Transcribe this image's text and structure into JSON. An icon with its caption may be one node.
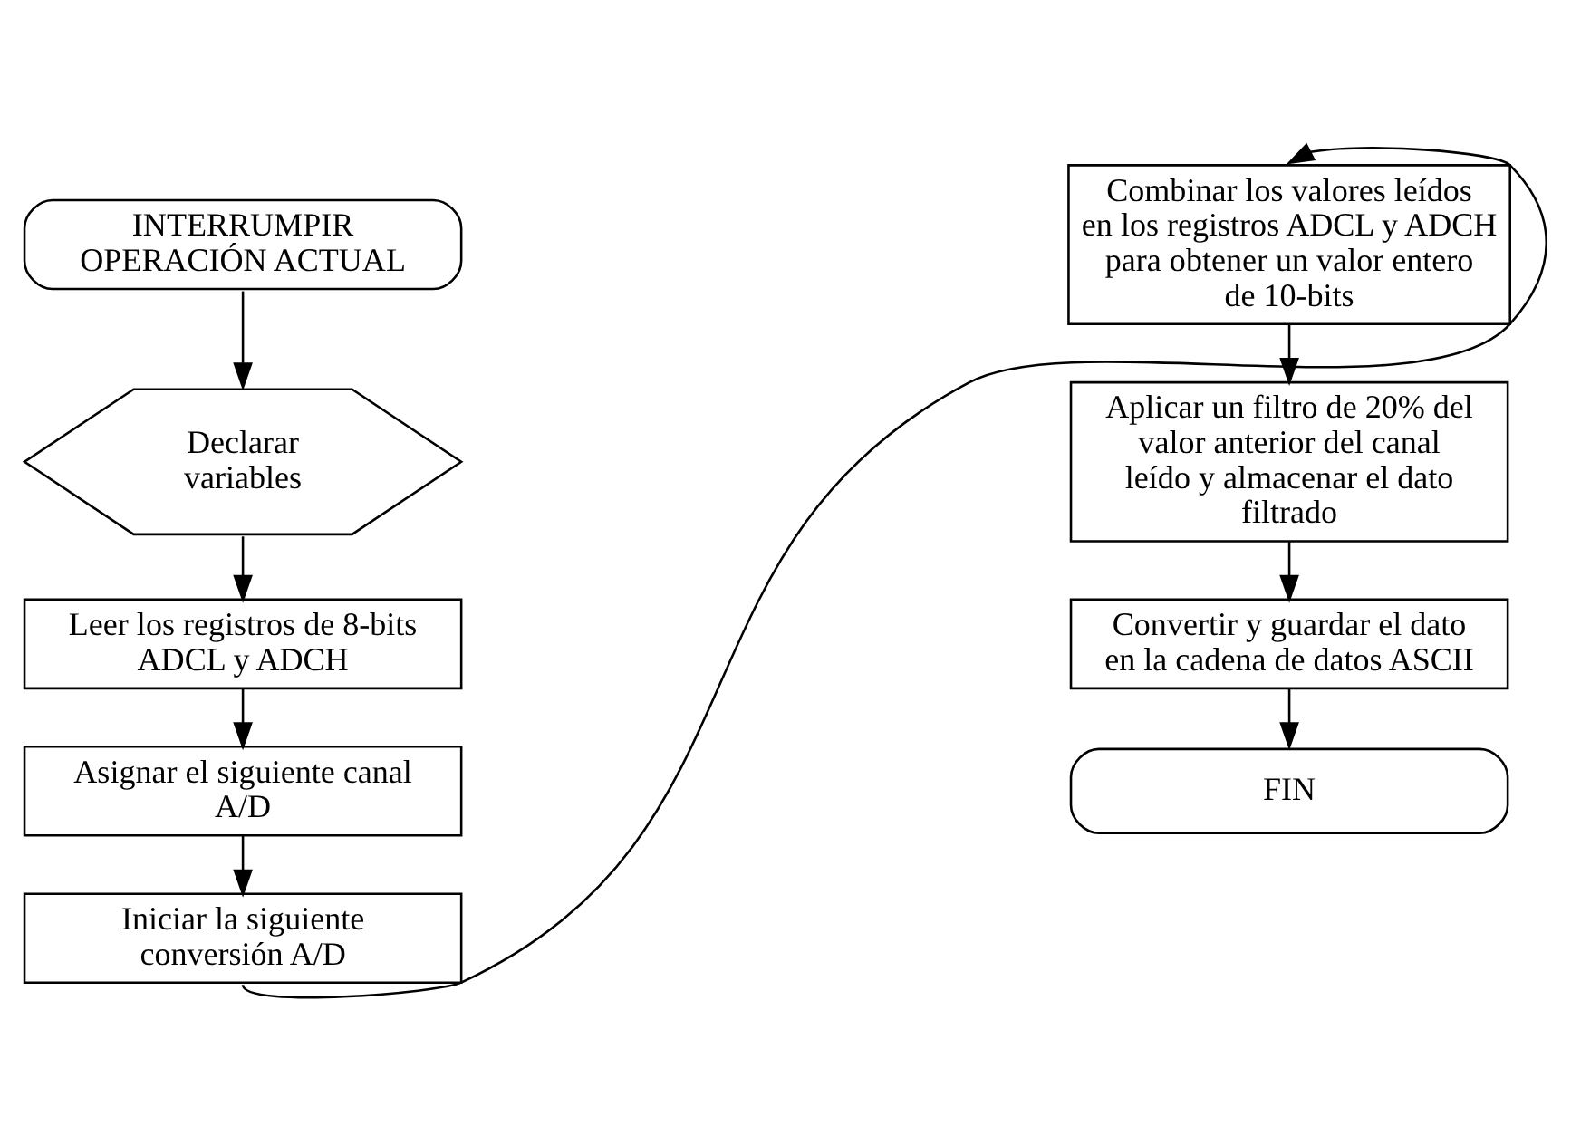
{
  "diagram": {
    "nodes": [
      {
        "text": [
          "INTERRUMPIR OPERACIÓN ACTUAL"
        ]
      },
      {
        "text": [
          "Declarar variables"
        ]
      },
      {
        "text": [
          "Leer los registros de 8-bits ADCL y ADCH"
        ]
      },
      {
        "text": [
          "Asignar el siguiente canal A/D"
        ]
      },
      {
        "text": [
          "Iniciar la siguiente conversión A/D"
        ]
      },
      {
        "text": [
          "Combinar los valores leídos en los registros ADCL y ADCH para obtener un valor entero de 10-bits"
        ]
      },
      {
        "text": [
          "Aplicar un filtro de 20% del valor anterior del canal leído y almacenar el dato filtrado"
        ]
      },
      {
        "text": [
          "Convertir y guardar el dato en la cadena de datos ASCII"
        ]
      },
      {
        "text": [
          "FIN"
        ]
      }
    ],
    "edges": [
      {
        "from": 0,
        "to": 1,
        "arrow": "to"
      },
      {
        "from": 1,
        "to": 2,
        "arrow": "to"
      },
      {
        "from": 2,
        "to": 3,
        "arrow": "to"
      },
      {
        "from": 3,
        "to": 4,
        "arrow": "to"
      },
      {
        "from": 4,
        "to": 5,
        "arrow": "to"
      },
      {
        "from": 5,
        "to": 6,
        "arrow": "to"
      },
      {
        "from": 6,
        "to": 7,
        "arrow": "to"
      },
      {
        "from": 7,
        "to": 8,
        "arrow": "to"
      }
    ]
  }
}
